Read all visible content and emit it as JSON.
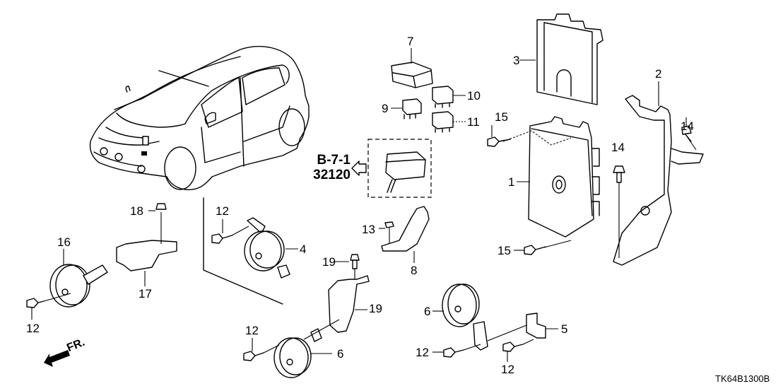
{
  "diagram": {
    "code": "TK64B1300B",
    "reference": {
      "line1": "B-7-1",
      "line2": "32120"
    },
    "direction_label": "FR.",
    "callouts": [
      {
        "id": "c1",
        "text": "1"
      },
      {
        "id": "c2",
        "text": "2"
      },
      {
        "id": "c3",
        "text": "3"
      },
      {
        "id": "c4",
        "text": "4"
      },
      {
        "id": "c5",
        "text": "5"
      },
      {
        "id": "c6a",
        "text": "6"
      },
      {
        "id": "c6b",
        "text": "6"
      },
      {
        "id": "c7",
        "text": "7"
      },
      {
        "id": "c8",
        "text": "8"
      },
      {
        "id": "c9",
        "text": "9"
      },
      {
        "id": "c10",
        "text": "10"
      },
      {
        "id": "c11",
        "text": "11"
      },
      {
        "id": "c12a",
        "text": "12"
      },
      {
        "id": "c12b",
        "text": "12"
      },
      {
        "id": "c12c",
        "text": "12"
      },
      {
        "id": "c12d",
        "text": "12"
      },
      {
        "id": "c12e",
        "text": "12"
      },
      {
        "id": "c13",
        "text": "13"
      },
      {
        "id": "c14a",
        "text": "14"
      },
      {
        "id": "c14b",
        "text": "14"
      },
      {
        "id": "c15a",
        "text": "15"
      },
      {
        "id": "c15b",
        "text": "15"
      },
      {
        "id": "c16",
        "text": "16"
      },
      {
        "id": "c17",
        "text": "17"
      },
      {
        "id": "c18",
        "text": "18"
      },
      {
        "id": "c19a",
        "text": "19"
      },
      {
        "id": "c19b",
        "text": "19"
      }
    ]
  }
}
